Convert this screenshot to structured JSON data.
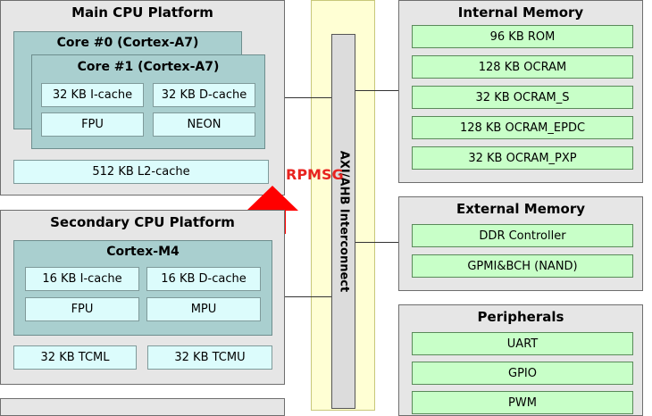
{
  "main_cpu": {
    "title": "Main CPU Platform",
    "core0": "Core #0 (Cortex-A7)",
    "core1": "Core #1 (Cortex-A7)",
    "icache": "32 KB I-cache",
    "dcache": "32 KB D-cache",
    "fpu": "FPU",
    "neon": "NEON",
    "l2": "512 KB L2-cache"
  },
  "rpmsg_label": "RPMSG",
  "secondary_cpu": {
    "title": "Secondary CPU Platform",
    "core": "Cortex-M4",
    "icache": "16 KB I-cache",
    "dcache": "16 KB D-cache",
    "fpu": "FPU",
    "mpu": "MPU",
    "tcml": "32 KB TCML",
    "tcmu": "32 KB TCMU"
  },
  "interconnect_label": "AXI/AHB Interconnect",
  "internal_memory": {
    "title": "Internal Memory",
    "items": [
      "96 KB ROM",
      "128 KB OCRAM",
      "32 KB OCRAM_S",
      "128 KB OCRAM_EPDC",
      "32 KB OCRAM_PXP"
    ]
  },
  "external_memory": {
    "title": "External Memory",
    "items": [
      "DDR Controller",
      "GPMI&BCH (NAND)"
    ]
  },
  "peripherals": {
    "title": "Peripherals",
    "items": [
      "UART",
      "GPIO",
      "PWM"
    ]
  },
  "colors": {
    "arrow": "#ff0000",
    "rpmsg_text": "#e8231f"
  }
}
